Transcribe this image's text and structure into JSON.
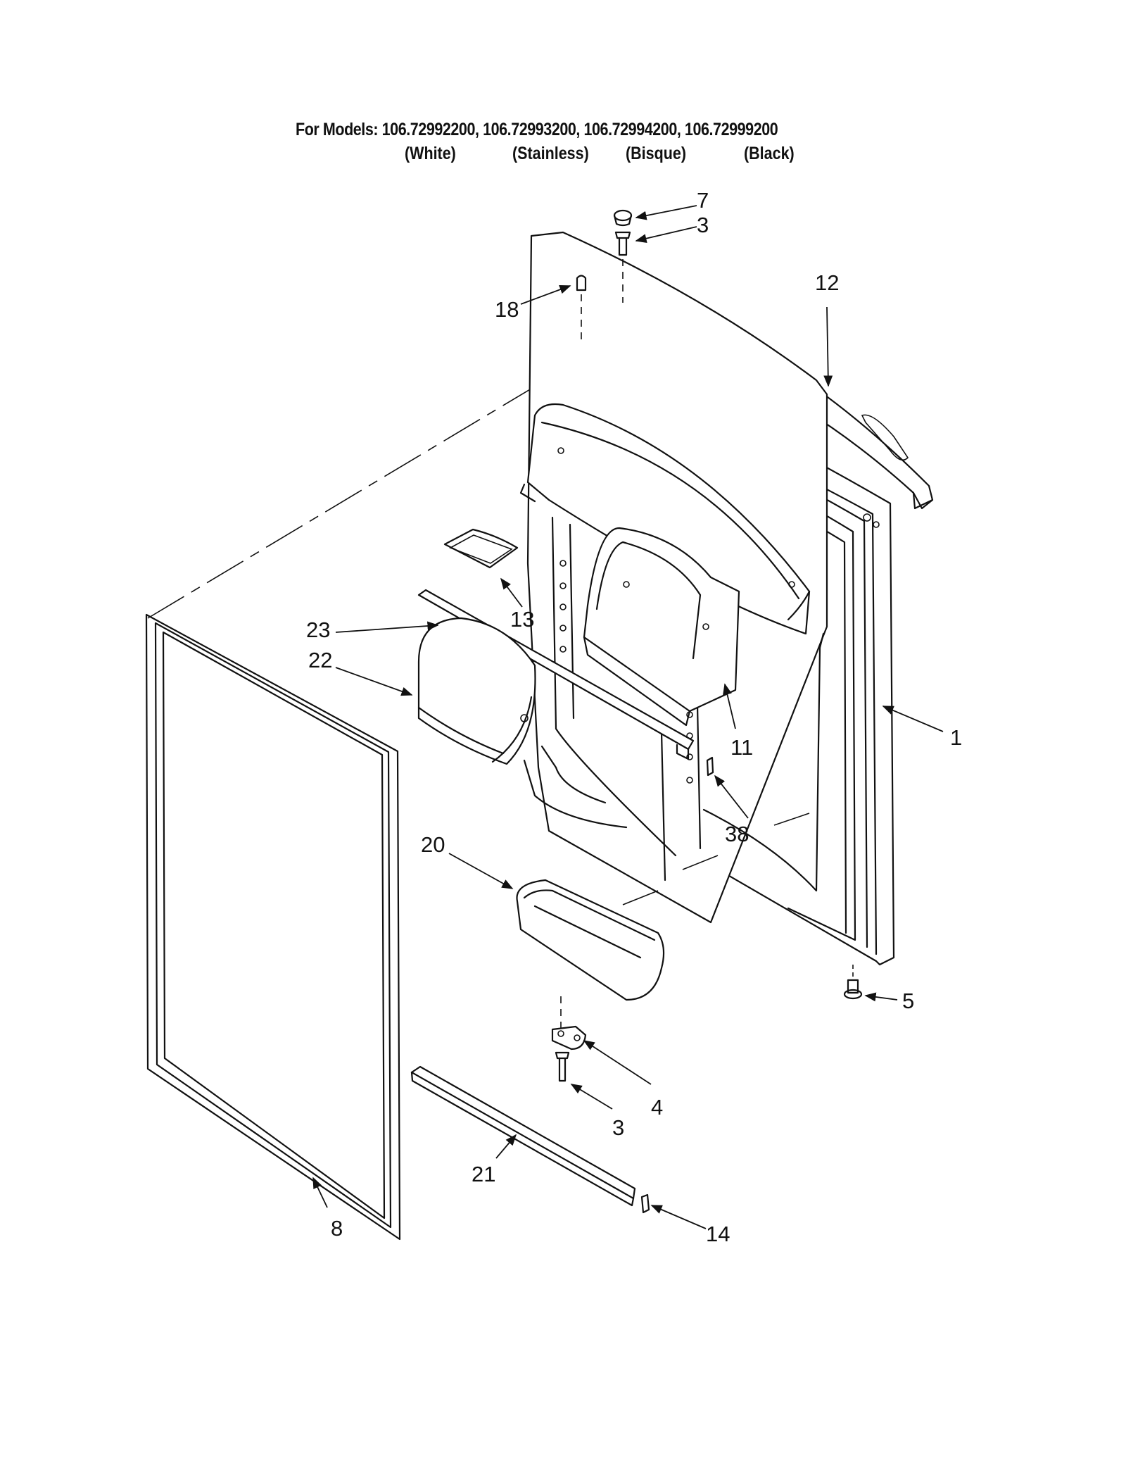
{
  "header": {
    "models_line": "For Models: 106.72992200, 106.72993200, 106.72994200, 106.72999200",
    "colors": [
      "(White)",
      "(Stainless)",
      "(Bisque)",
      "(Black)"
    ]
  },
  "callouts": {
    "c7": "7",
    "c3_top": "3",
    "c12": "12",
    "c18": "18",
    "c13": "13",
    "c23": "23",
    "c22": "22",
    "c11": "11",
    "c1": "1",
    "c38": "38",
    "c20": "20",
    "c5": "5",
    "c4": "4",
    "c3_bottom": "3",
    "c21": "21",
    "c14": "14",
    "c8": "8"
  }
}
